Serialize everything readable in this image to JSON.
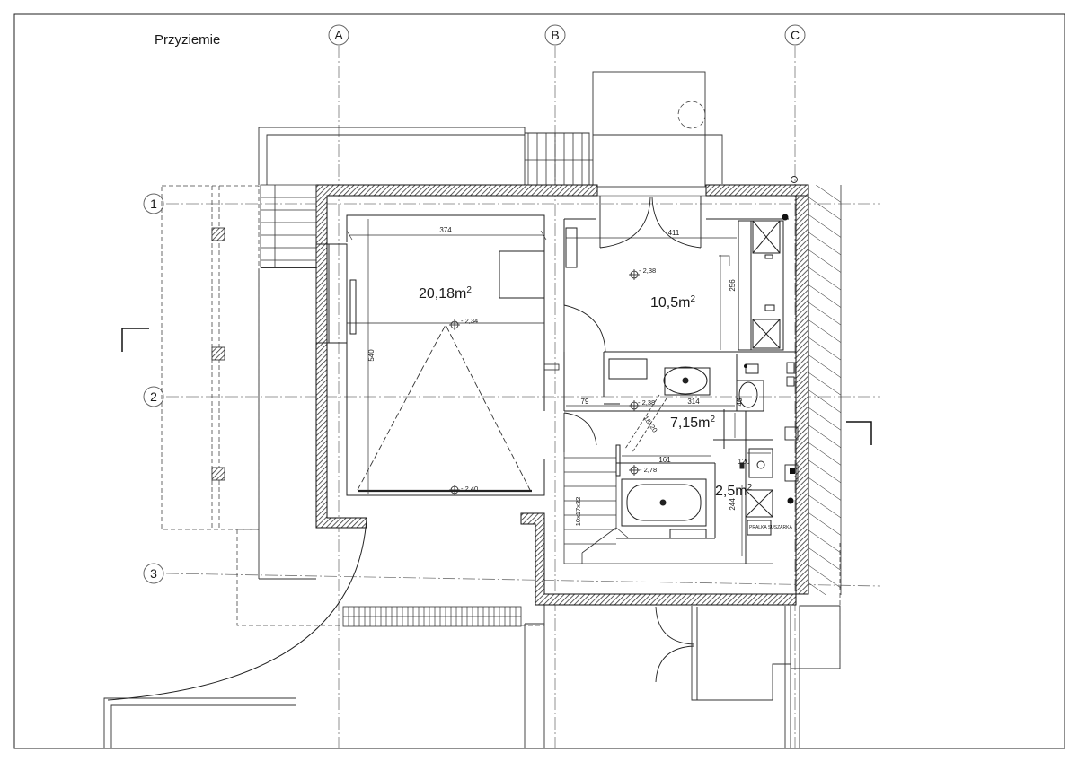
{
  "title": "Przyziemie",
  "grid_axes": {
    "vertical": [
      "A",
      "B",
      "C"
    ],
    "horizontal": [
      "1",
      "2",
      "3"
    ]
  },
  "rooms": [
    {
      "area": "20,18m",
      "unit_sup": "2"
    },
    {
      "area": "10,5m",
      "unit_sup": "2"
    },
    {
      "area": "7,15m",
      "unit_sup": "2"
    },
    {
      "area": "2,5m",
      "unit_sup": "2"
    }
  ],
  "dimensions": [
    "374",
    "411",
    "540",
    "256",
    "314",
    "79",
    "46",
    "161",
    "120",
    "244"
  ],
  "levels": [
    "- 2,34",
    "- 2,38",
    "- 2,38",
    "- 2,78",
    "- 2,40"
  ],
  "annotations": {
    "stairs": "10x17x32",
    "stairs_small": "18x20",
    "appliance": "PRALKA SUSZARKA"
  },
  "colors": {
    "line": "#1a1a1a",
    "wall_hatch": "#555555",
    "axis": "#777777"
  }
}
